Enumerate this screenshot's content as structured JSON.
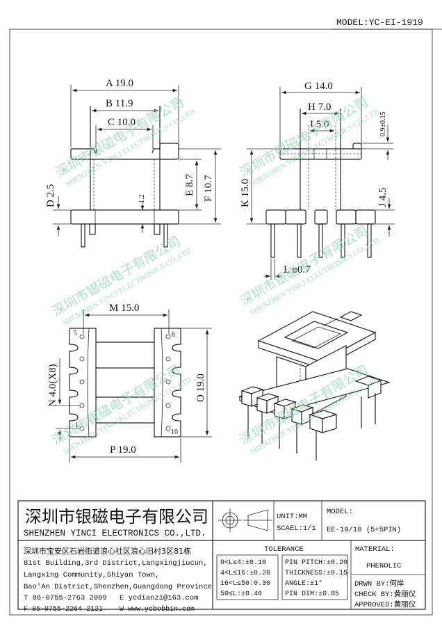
{
  "header": {
    "model": "MODEL:YC-EI-1919"
  },
  "watermark": {
    "cn": "深圳市银磁电子有限公司",
    "en": "SHENZHEN YINCI ELECTRONICS CO.,LTD."
  },
  "side_view": {
    "a": "A 19.0",
    "b": "B 11.9",
    "c": "C 10.0",
    "d": "D 2.5",
    "e": "E 8.7",
    "f": "F 10.7",
    "small": "1.2"
  },
  "front_view": {
    "g": "G 14.0",
    "h": "H 7.0",
    "i": "I 5.0",
    "j": "J 4.5",
    "k": "K 15.0",
    "l": "L ø0.7",
    "tab": "0.9±0.15"
  },
  "bottom_view": {
    "m": "M 15.0",
    "n": "N 4.0(X8)",
    "o": "O 19.0",
    "p": "P 19.0",
    "pin5": "5",
    "pin6": "6",
    "pin1": "1",
    "pin10": "10"
  },
  "title_block": {
    "company_cn": "深圳市银磁电子有限公司",
    "company_en": "SHENZHEN YINCI ELECTRONICS CO.,LTD.",
    "unit": "UNIT:MM",
    "scale": "SCAEL:1/1",
    "model_label": "MODEL:",
    "model_value": "EE-19/10 (5+5PIN)",
    "address": [
      "深圳市宝安区石岩街道浪心社区浪心旧村3区81栋",
      "81st Building,3rd District,Langxingjiucun,",
      "Langxing Community,Shiyan Town,",
      "Bao'An District,Shenzhen,Guangdong Province"
    ],
    "tel": "T 86-0755-2763 2099",
    "email": "E ycdianzi@163.com",
    "fax": "F 86-0755-2264 2121",
    "web": "W www.ycbobbin.com",
    "tolerance_title": "TOLERANCE",
    "tolerance_left": [
      "0<L≤4:±0.10",
      "4<L≤16:±0.20",
      "16<L≤50:0.30",
      "50≤L:±0.40"
    ],
    "tolerance_right": [
      "PIN PITCH:±0.20",
      "THICKNESS:±0.15",
      "ANGLE:±1°",
      "PIN DIM:±0.05"
    ],
    "material_label": "MATERIAL:",
    "material_value": "PHENOLIC",
    "drawn_by": "DRWN BY:何岸",
    "check_by": "CHECK BY:黄丽仪",
    "approved": "APPROVED:黄丽仪"
  }
}
